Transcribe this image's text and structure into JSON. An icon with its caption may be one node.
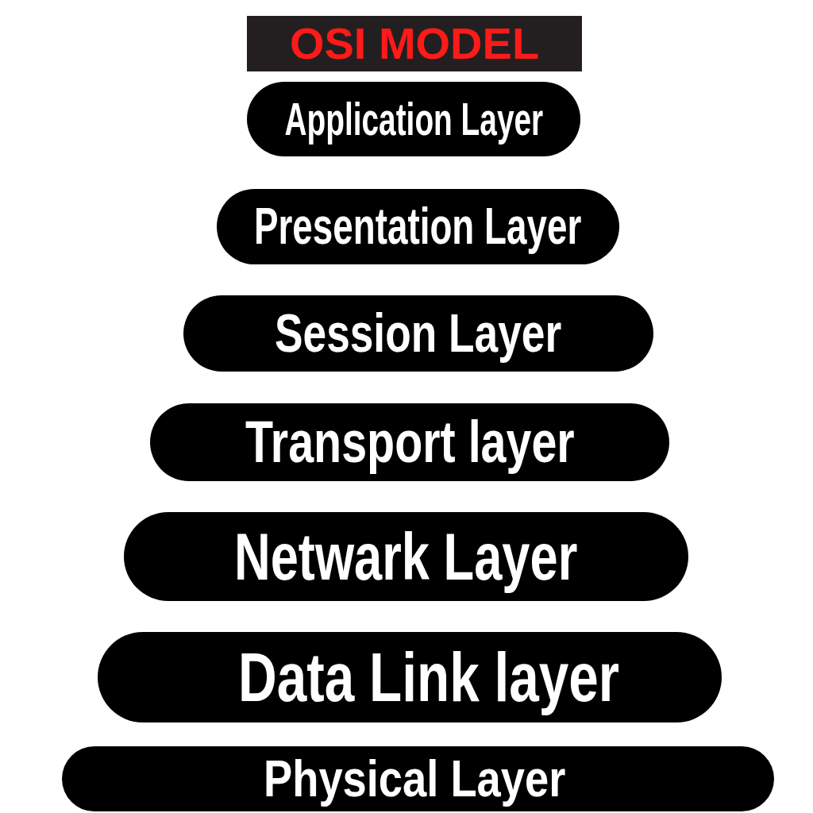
{
  "diagram": {
    "title": "OSI MODEL",
    "nodes": [
      {
        "text": [
          "Application Layer"
        ]
      },
      {
        "text": [
          "Presentation Layer"
        ]
      },
      {
        "text": [
          "Session Layer"
        ]
      },
      {
        "text": [
          "Transport layer"
        ]
      },
      {
        "text": [
          "Netwark Layer"
        ]
      },
      {
        "text": [
          "Data Link layer"
        ]
      },
      {
        "text": [
          "Physical Layer"
        ]
      }
    ]
  }
}
